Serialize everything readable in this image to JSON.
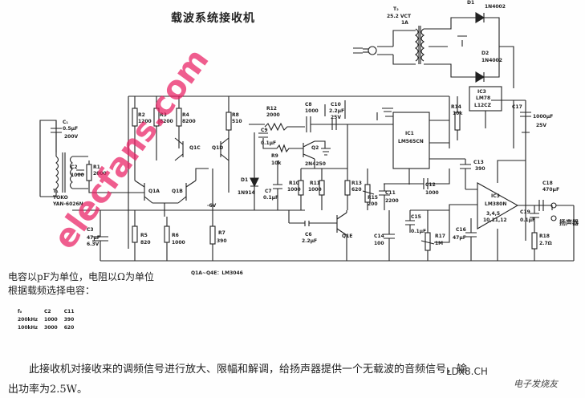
{
  "title": "载波系统接收机",
  "notes": {
    "line1": "电容以pF为单位，电阻以Ω为单位",
    "line2": "根据载频选择电容："
  },
  "table": {
    "header": [
      "f₀",
      "C2",
      "C11"
    ],
    "rows": [
      [
        "200kHz",
        "1000",
        "390"
      ],
      [
        "100kHz",
        "3000",
        "620"
      ]
    ]
  },
  "description": {
    "line1": "此接收机对接收来的调频信号进行放大、限幅和解调，给扬声器提供一个无载波的音频信号，输",
    "line2": "出功率为2.5W。"
  },
  "watermark": "elecfans.com",
  "logo_text": "电子发烧友",
  "code_text": "LDx8.CH",
  "components": {
    "T2": "T₂",
    "T2_spec": "25.2 VCT",
    "T2_amp": "1A",
    "D1": "D1",
    "D1_part": "1N4002",
    "D2": "D2",
    "D2_part": "1N4002",
    "IC3_top": "IC3",
    "IC3_top_part": "LM78",
    "IC3_top_part2": "L12CZ",
    "C17": "C17",
    "C17_val": "1000μF",
    "C17_v": "25V",
    "C1": "C₁",
    "C1_val": "0.5μF",
    "C1_v": "200V",
    "T1": "T₁",
    "T1_make": "TOKO",
    "T1_part": "YAN-6026N",
    "C2": "C2",
    "C2_val": "1000",
    "R1": "R1",
    "R1_val": "2000",
    "R2": "R2",
    "R2_val": "1200",
    "R3": "R3",
    "R3_val": "8200",
    "R4": "R4",
    "R4_val": "8200",
    "R8": "R8",
    "R8_val": "510",
    "Q1C": "Q1C",
    "Q1D": "Q1D",
    "Q1A": "Q1A",
    "Q1B": "Q1B",
    "Q1_part": "Q1A~Q4E：LM3046",
    "R12": "R12",
    "R12_val": "2000",
    "C8": "C8",
    "C8_val": "1000",
    "C10": "C10",
    "C10_val": "2.2μF",
    "C10_v": "25V",
    "C9": "C9",
    "C9_val": "0.1μF",
    "Q2": "Q2",
    "Q2_part": "2N4250",
    "R9": "R9",
    "R9_val": "10k",
    "D1b": "D1",
    "D1b_part": "1N914",
    "C7": "C7",
    "C7_val": "0.1μF",
    "R10": "R10",
    "R10_val": "1000",
    "R11": "R11",
    "R11_val": "1000",
    "R13": "R13",
    "R13_val": "620",
    "IC1": "IC1",
    "IC1_part": "LM565CN",
    "R14": "R14",
    "R14_val": "10k",
    "C13": "C13",
    "C13_val": "390",
    "C12": "C12",
    "C12_val": "1000",
    "C11": "C11",
    "C11_val": "2200",
    "R15": "R15",
    "R15_val": "200",
    "R7": "R7",
    "R7_val": "390",
    "R5": "R5",
    "R5_val": "820",
    "R6": "R6",
    "R6_val": "1000",
    "C3": "C3",
    "C3_val": "47μF",
    "C3_v": "6.3V",
    "C6": "C6",
    "C6_val": "2.2μF",
    "Q1E": "Q1E",
    "C14": "C14",
    "C14_val": "100",
    "C15": "C15",
    "C15_val": "0.1μF",
    "R17": "R17",
    "R17_val": "1M",
    "C16": "C16",
    "C16_val": "47μF",
    "IC3": "IC3",
    "IC3_part": "LM380N",
    "pins": "3,4,5",
    "pins2": "10,11,12",
    "C18": "C18",
    "C18_val": "470μF",
    "C19": "C19",
    "C19_val": "0.1μF",
    "R18": "R18",
    "R18_val": "2.7Ω",
    "speaker": "扬声器",
    "neg": "-6V"
  }
}
